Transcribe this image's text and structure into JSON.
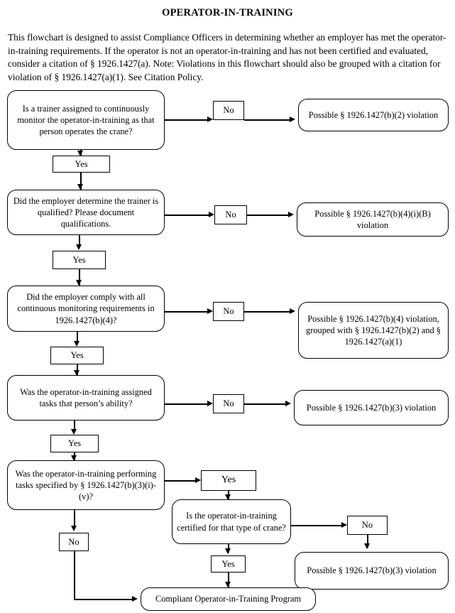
{
  "document": {
    "title": "OPERATOR-IN-TRAINING",
    "intro": "This flowchart is designed to assist Compliance Officers in determining whether an employer has met the operator-in-training requirements.  If the operator is not an operator-in-training and has not been certified and evaluated, consider a citation of § 1926.1427(a).  Note: Violations in this flowchart should also be grouped with a citation for violation of § 1926.1427(a)(1).  See Citation Policy."
  },
  "labels": {
    "yes": "Yes",
    "no": "No"
  },
  "nodes": {
    "q1": "Is a trainer assigned to continuously monitor the operator-in-training as that person operates the crane?",
    "q1_yes": "Yes",
    "q1_no": "No",
    "q1_outcome": "Possible § 1926.1427(b)(2) violation",
    "q2": "Did the employer determine the trainer is qualified? Please document qualifications.",
    "q2_yes": "Yes",
    "q2_no": "No",
    "q2_outcome": "Possible § 1926.1427(b)(4)(i)(B) violation",
    "q3": "Did the employer comply with all continuous monitoring requirements in 1926.1427(b)(4)?",
    "q3_yes": "Yes",
    "q3_no": "No",
    "q3_outcome": "Possible § 1926.1427(b)(4) violation, grouped with § 1926.1427(b)(2) and § 1926.1427(a)(1)",
    "q4": "Was the operator-in-training assigned tasks that person’s ability?",
    "q4_yes": "Yes",
    "q4_no": "No",
    "q4_outcome": "Possible § 1926.1427(b)(3) violation",
    "q5": "Was the operator-in-training performing tasks specified by § 1926.1427(b)(3)(i)-(v)?",
    "q5_yes": "Yes",
    "q5_no": "No",
    "q6": "Is the operator-in-training certified for that type of crane?",
    "q6_yes": "Yes",
    "q6_no": "No",
    "q6_outcome": "Possible § 1926.1427(b)(3) violation",
    "final": "Compliant Operator-in-Training Program"
  }
}
